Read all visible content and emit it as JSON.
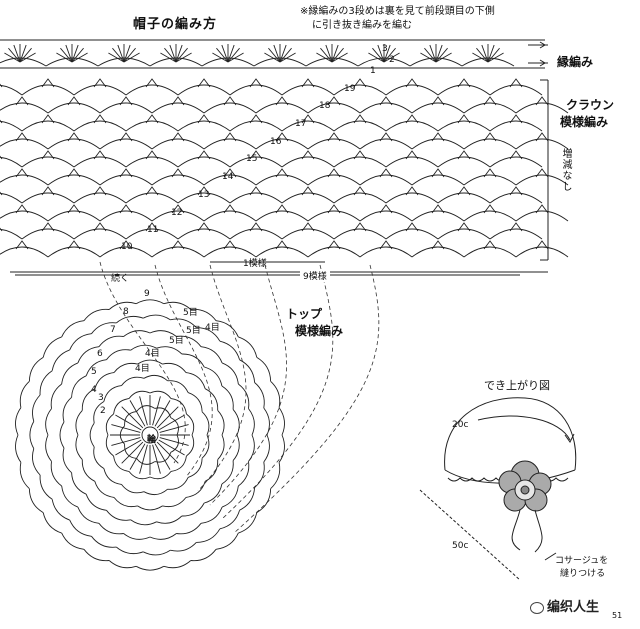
{
  "header": {
    "title": "帽子の編み方",
    "note_line1": "※縁編みの3段めは裏を見て前段頭目の下側",
    "note_line2": "に引き抜き編みを編む"
  },
  "crown_chart": {
    "edge_label": "縁編み",
    "crown_label_1": "クラウン",
    "crown_label_2": "模様編み",
    "side_note": "増減なし",
    "repeat_1": "1模様",
    "repeat_9": "9模様",
    "row_numbers": [
      "10",
      "11",
      "12",
      "13",
      "14",
      "15",
      "16",
      "17",
      "18",
      "19"
    ],
    "edge_rows": [
      "1",
      "2",
      "3"
    ]
  },
  "top_chart": {
    "label_1": "トップ",
    "label_2": "模様編み",
    "center": "輪",
    "continue_label": "続く",
    "ring_numbers": [
      "2",
      "3",
      "4",
      "5",
      "6",
      "7",
      "8",
      "9"
    ],
    "eye_labels": [
      "4目",
      "5目",
      "4目",
      "5目",
      "4目",
      "5目"
    ]
  },
  "finished": {
    "title": "でき上がり図",
    "dim_top": "20c",
    "dim_bottom": "50c",
    "corsage_1": "コサージュを",
    "corsage_2": "縫りつける"
  },
  "footer": {
    "brand": "编织人生",
    "page": "51"
  }
}
